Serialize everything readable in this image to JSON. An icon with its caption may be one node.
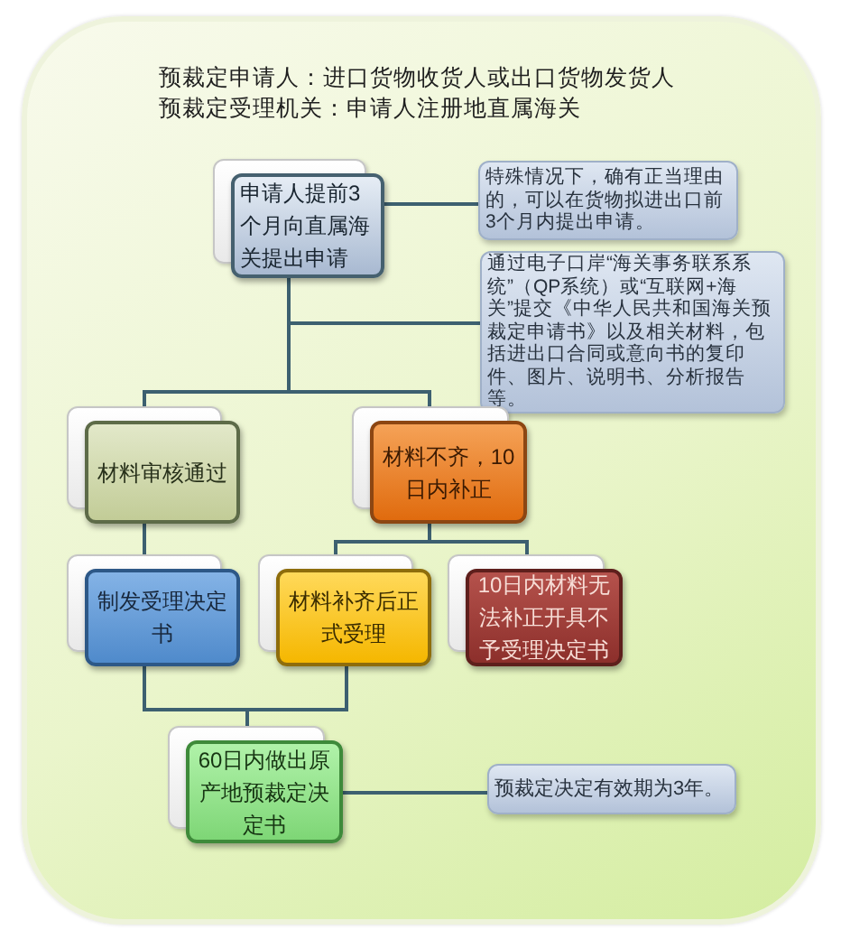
{
  "diagram": {
    "nodes": [
      {
        "text": [
          "申请人提前3个月向直属海关提出申请"
        ]
      },
      {
        "text": [
          "特殊情况下，确有正当理由的，可以在货物拟进出口前3个月内提出申请。"
        ]
      },
      {
        "text": [
          "通过电子口岸“海关事务联系系统”（QP系统）或“互联网+海关”提交《中华人民共和国海关预裁定申请书》以及相关材料，包括进出口合同或意向书的复印件、图片、说明书、分析报告等。"
        ]
      },
      {
        "text": [
          "材料审核通过"
        ]
      },
      {
        "text": [
          "材料不齐，10日内补正"
        ]
      },
      {
        "text": [
          "制发受理决定书"
        ]
      },
      {
        "text": [
          "材料补齐后正式受理"
        ]
      },
      {
        "text": [
          "10日内材料无法补正开具不予受理决定书"
        ]
      },
      {
        "text": [
          "60日内做出原产地预裁定决定书"
        ]
      },
      {
        "text": [
          "预裁定决定有效期为3年。"
        ]
      }
    ],
    "edges": [
      {
        "from": 0,
        "to": 1,
        "arrow": "none"
      },
      {
        "from": 0,
        "to": 2,
        "arrow": "none"
      },
      {
        "from": 0,
        "to": 3,
        "arrow": "none"
      },
      {
        "from": 0,
        "to": 4,
        "arrow": "none"
      },
      {
        "from": 3,
        "to": 5,
        "arrow": "none"
      },
      {
        "from": 4,
        "to": 6,
        "arrow": "none"
      },
      {
        "from": 4,
        "to": 7,
        "arrow": "none"
      },
      {
        "from": 5,
        "to": 8,
        "arrow": "none"
      },
      {
        "from": 6,
        "to": 8,
        "arrow": "none"
      },
      {
        "from": 8,
        "to": 9,
        "arrow": "none"
      }
    ],
    "labels": [
      "预裁定申请人：进口货物收货人或出口货物发货人",
      "预裁定受理机关：申请人注册地直属海关"
    ]
  }
}
